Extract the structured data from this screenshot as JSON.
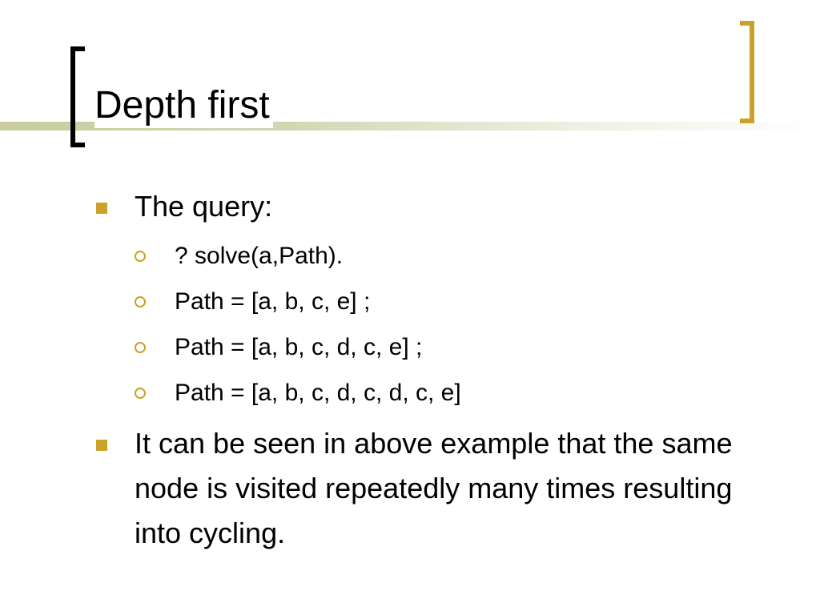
{
  "slide": {
    "title": "Depth first",
    "bullets": [
      {
        "text": "The query:",
        "sub": [
          "? solve(a,Path).",
          "Path = [a, b, c, e] ;",
          "Path = [a, b, c, d, c, e] ;",
          "Path = [a, b, c, d, c, d, c, e]"
        ]
      },
      {
        "text": "It can be seen in above example that the same node is visited repeatedly many times resulting into cycling."
      }
    ]
  },
  "colors": {
    "accent": "#c9a227",
    "title_bar": "#c9cc9e"
  }
}
